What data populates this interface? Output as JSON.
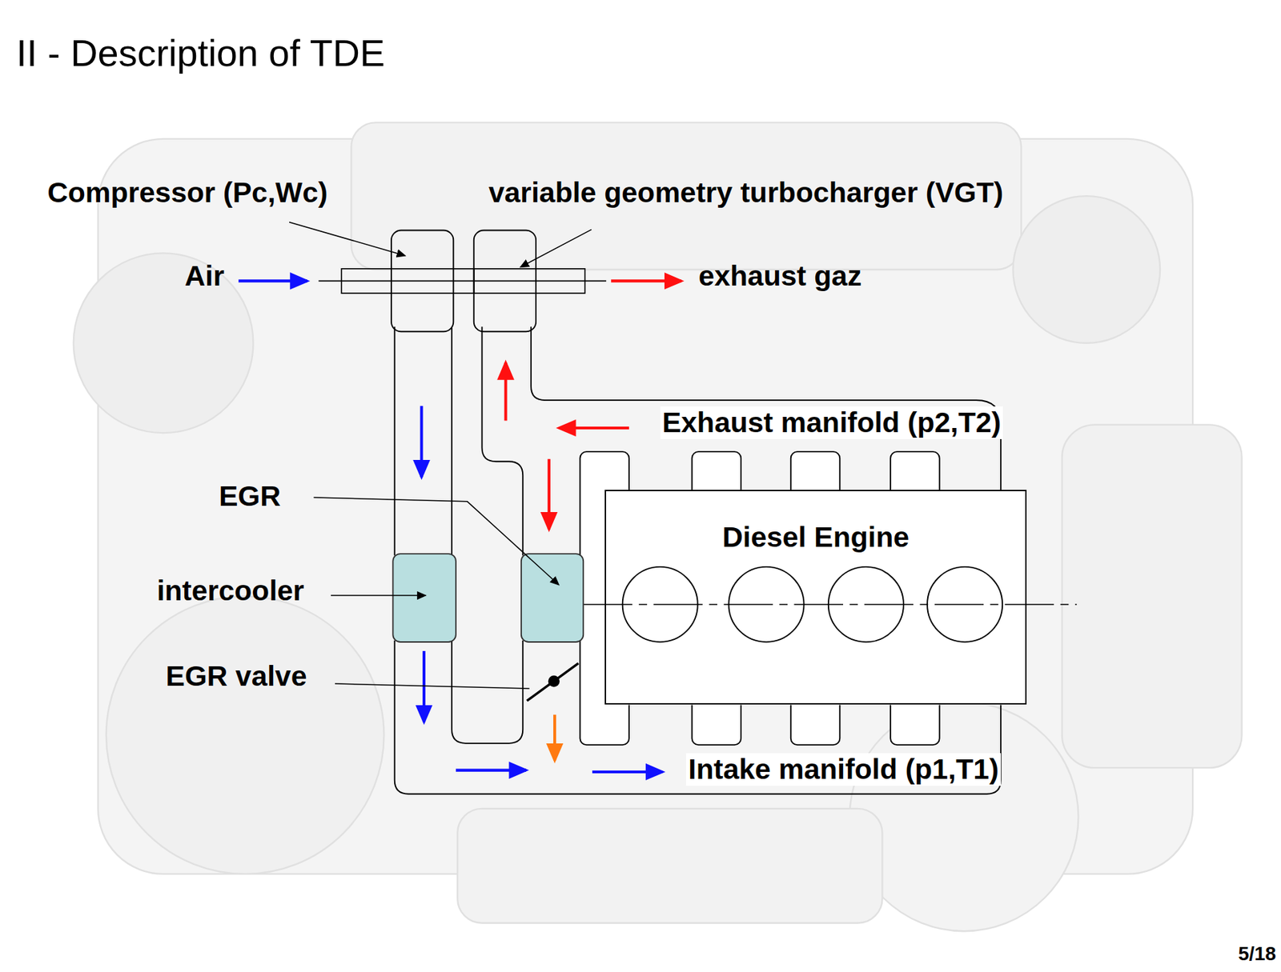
{
  "diagram": {
    "title": "II - Description of TDE",
    "nodes": [
      {
        "text": [
          "Diesel Engine"
        ]
      }
    ],
    "labels": [
      "Compressor (Pc,Wc)",
      "variable geometry turbocharger (VGT)",
      "Air",
      "exhaust gaz",
      "Exhaust manifold (p2,T2)",
      "EGR",
      "intercooler",
      "EGR valve",
      "Intake manifold (p1,T1)",
      "5/18"
    ]
  }
}
